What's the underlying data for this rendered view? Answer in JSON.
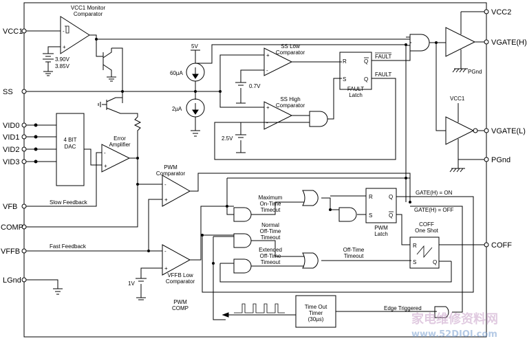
{
  "pins": {
    "vcc1": "VCC1",
    "ss": "SS",
    "vid0": "VID0",
    "vid1": "VID1",
    "vid2": "VID2",
    "vid3": "VID3",
    "vfb": "VFB",
    "comp": "COMP",
    "vffb": "VFFB",
    "lgnd": "LGnd",
    "vcc2": "VCC2",
    "vgate_h": "VGATE(H)",
    "vgate_l": "VGATE(L)",
    "pgnd": "PGnd",
    "coff": "COFF"
  },
  "labels": {
    "vcc1_monitor": "VCC1 Monitor",
    "comparator": "Comparator",
    "v390": "3.90V",
    "v385": "3.85V",
    "v5": "5V",
    "i60": "60µA",
    "i2": "2µA",
    "ss_low": "SS Low",
    "ss_low_comp": "Comparator",
    "v07": "0.7V",
    "ss_high": "SS High",
    "ss_high_comp": "Comparator",
    "v25": "2.5V",
    "fault": "FAULT",
    "fault_bar": "FAULT",
    "fault_latch_1": "FAULT",
    "fault_latch_2": "Latch",
    "dac_1": "4 BIT",
    "dac_2": "DAC",
    "error_amp_1": "Error",
    "error_amp_2": "Amplifier",
    "pwm_comp_1": "PWM",
    "pwm_comp_2": "Comparator",
    "slow_feedback": "Slow Feedback",
    "fast_feedback": "Fast Feedback",
    "max_on_1": "Maximum",
    "max_on_2": "On-Time",
    "max_on_3": "Timeout",
    "normal_off_1": "Normal",
    "normal_off_2": "Off-Time",
    "normal_off_3": "Timeout",
    "ext_off_1": "Extended",
    "ext_off_2": "Off-Time",
    "ext_off_3": "Timeout",
    "offtime_timeout_1": "Off-Time",
    "offtime_timeout_2": "Timeout",
    "pwm_latch_1": "PWM",
    "pwm_latch_2": "Latch",
    "gate_on": "GATE(H) = ON",
    "gate_off": "GATE(H) = OFF",
    "coff_one_shot_1": "COFF",
    "coff_one_shot_2": "One Shot",
    "vffb_low_1": "VFFB Low",
    "vffb_low_2": "Comparator",
    "v1": "1V",
    "pwm_comp_bottom_1": "PWM",
    "pwm_comp_bottom_2": "COMP",
    "timeout_timer_1": "Time Out",
    "timeout_timer_2": "Timer",
    "timeout_timer_3": "(30µs)",
    "edge_triggered": "Edge Triggered",
    "pgnd_inner": "PGnd",
    "vcc1_inner": "VCC1",
    "r": "R",
    "s": "S",
    "q": "Q",
    "qbar": "Q"
  },
  "watermark": {
    "chinese": "家电维修资料网",
    "url": "www.52DIOI.com"
  }
}
